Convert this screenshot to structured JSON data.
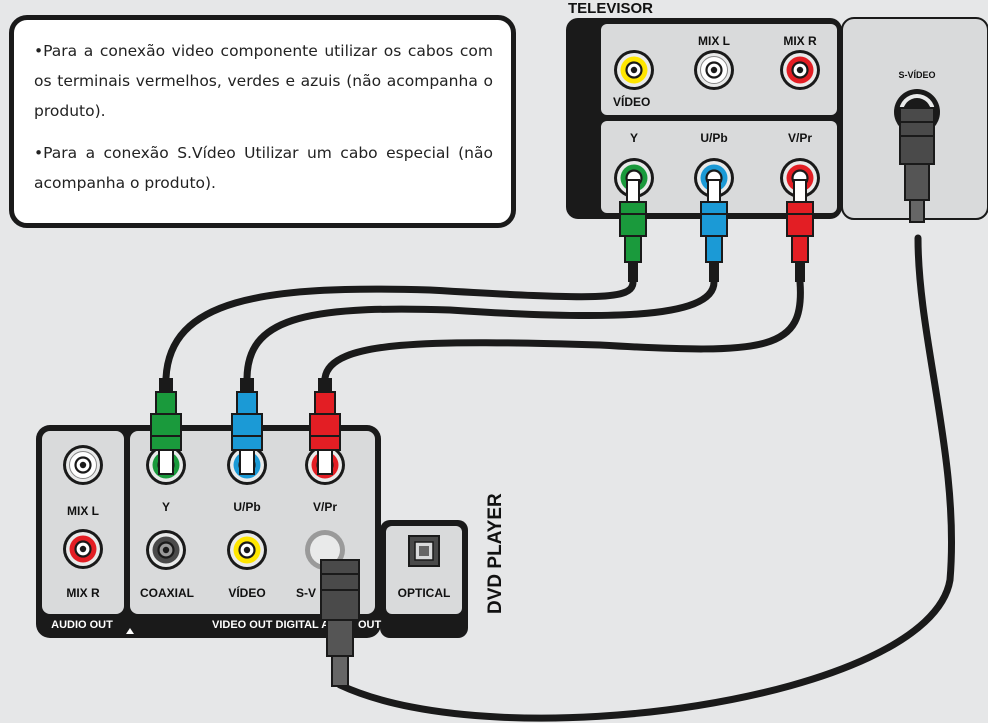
{
  "note": {
    "bullet1": "•Para a conexão video componente utilizar os cabos com os terminais vermelhos, verdes e azuis (não acompanha o produto).",
    "bullet2": "•Para a conexão S.Vídeo Utilizar um cabo especial (não acompanha o produto)."
  },
  "tv": {
    "title": "TELEVISOR",
    "row1": {
      "video": "VÍDEO",
      "mix_l": "MIX L",
      "mix_r": "MIX R"
    },
    "row2": {
      "y": "Y",
      "u_pb": "U/Pb",
      "v_pr": "V/Pr"
    },
    "svideo": "S-VÍDEO"
  },
  "dvd": {
    "title": "DVD PLAYER",
    "mix_l": "MIX L",
    "mix_r": "MIX R",
    "y": "Y",
    "u_pb": "U/Pb",
    "v_pr": "V/Pr",
    "coaxial": "COAXIAL",
    "video": "VÍDEO",
    "svideo": "S-V",
    "optical": "OPTICAL",
    "audio_out": "AUDIO OUT",
    "video_out": "VIDEO OUT DIGITAL A",
    "out": "OUT"
  },
  "colors": {
    "green": "#1a9a3c",
    "blue": "#1b9ad6",
    "red": "#e31e24",
    "yellow": "#ffe600",
    "panel": "#d9dadb",
    "dark": "#1a1a1a",
    "background": "#e6e7e8"
  }
}
